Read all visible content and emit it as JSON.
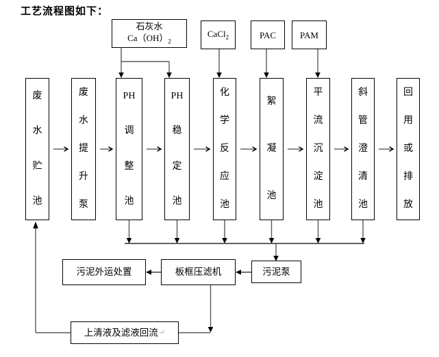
{
  "title": "工艺流程图如下：",
  "dosing": {
    "lime": {
      "line1": "石灰水",
      "formula_base": "Ca（OH）",
      "formula_sub": "2"
    },
    "cacl2": {
      "formula_base": "CaCl",
      "formula_sub": "2"
    },
    "pac": {
      "label": "PAC"
    },
    "pam": {
      "label": "PAM"
    }
  },
  "process": {
    "boxes": [
      "废水贮池",
      "废水提升泵",
      "PH调整池",
      "PH稳定池",
      "化学反应池",
      "絮凝池",
      "平流沉淀池",
      "斜管澄清池",
      "回用或排放"
    ]
  },
  "sludge": {
    "disposal": "污泥外运处置",
    "filter_press": "板框压滤机",
    "pump": "污泥泵",
    "return_flow": "上清液及滤液回流",
    "return_mark": "↵"
  },
  "colors": {
    "ink": "#000000",
    "stem": "#595959"
  }
}
